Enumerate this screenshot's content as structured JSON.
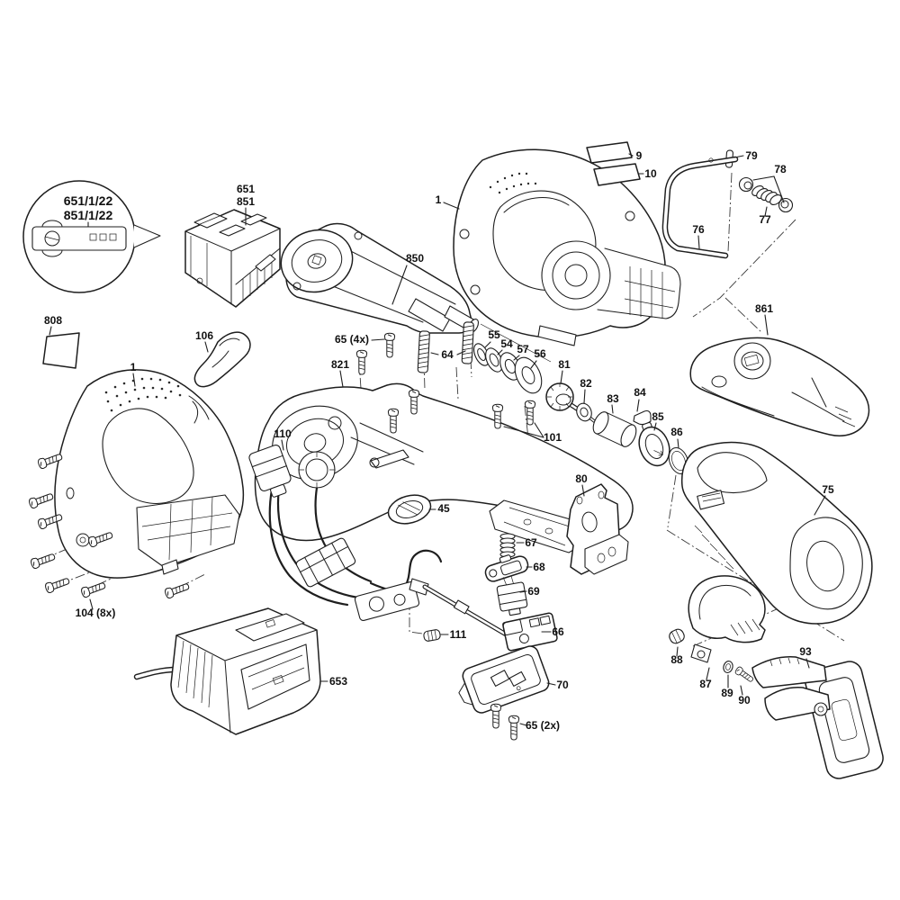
{
  "colors": {
    "background": "#ffffff",
    "line": "#1e1e1e",
    "text": "#111111"
  },
  "labels": {
    "balloon_line1": "651/1/22",
    "balloon_line2": "851/1/22",
    "battery_651": "651",
    "battery_851": "851",
    "sticker_808": "808",
    "grip_106": "106",
    "housing_left": "1",
    "gearbox_850": "850",
    "housing_top": "1",
    "sticker_9": "9",
    "sticker_10": "10",
    "pin_79": "79",
    "set_78": "78",
    "spring_77": "77",
    "rod_76": "76",
    "cover_861": "861",
    "screws_65_4x": "65 (4x)",
    "gear_821": "821",
    "springs_64": "64",
    "washer_55": "55",
    "washer_54": "54",
    "washer_57": "57",
    "washer_56": "56",
    "knob_81": "81",
    "washer_82": "82",
    "sleeve_83": "83",
    "clip_84": "84",
    "collar_85": "85",
    "ring_86": "86",
    "screws_101": "101",
    "bracket_80": "80",
    "harness_110": "110",
    "pad_45": "45",
    "spring_67": "67",
    "slider_68": "68",
    "switch_69": "69",
    "module_66": "66",
    "grommet_111": "111",
    "screws_104_8x": "104 (8x)",
    "charger_653": "653",
    "plate_70": "70",
    "screws_65_2x": "65 (2x)",
    "housing_75": "75",
    "bumper_88": "88",
    "boot_87": "87",
    "washer_89": "89",
    "screw_90": "90",
    "hook_93": "93"
  }
}
